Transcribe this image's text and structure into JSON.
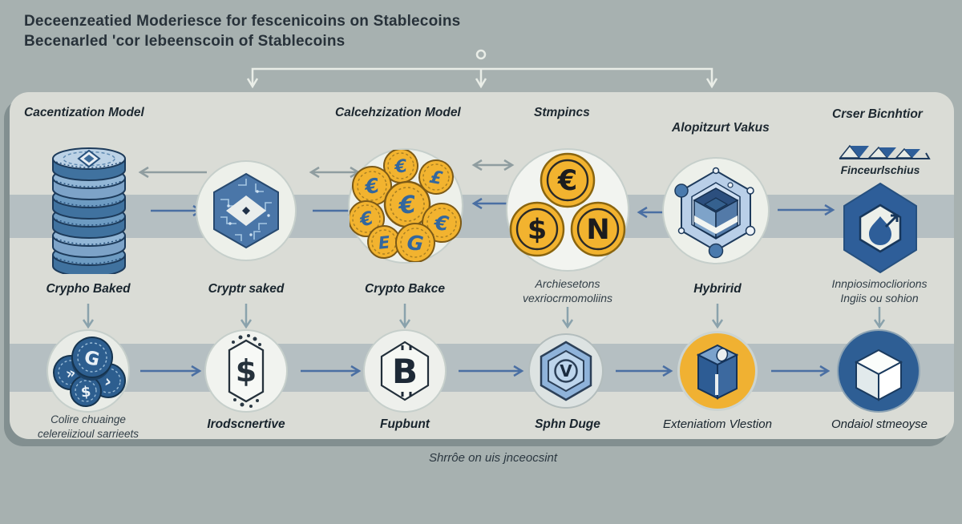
{
  "title": {
    "line1": "Deceenzeatied Moderiesce for fescenicoins on Stablecoins",
    "line2": "Becenarled 'cor Iebeenscoin of Stablecoins"
  },
  "headers": [
    "Cacentization Model",
    "Calcehzization Model",
    "Stmpincs",
    "Alopitzurt Vakus",
    "Crser Bicnhtior"
  ],
  "row1": {
    "banner_label": "Finceurlschius",
    "cluster_symbols": [
      "€",
      "€",
      "£",
      "€",
      "€",
      "€",
      "E",
      "G"
    ],
    "currency_symbols": [
      "€",
      "$",
      "N"
    ],
    "items": [
      {
        "icon": "coin-stack-icon",
        "label": "Crypho Baked"
      },
      {
        "icon": "circuit-hexagon-icon",
        "label": "Cryptr saked"
      },
      {
        "icon": "gold-coin-cluster-icon",
        "label": "Crypto Bakce"
      },
      {
        "icon": "currency-coins-icon",
        "label": "Archiesetons",
        "label2": "vexriocrmomoliins"
      },
      {
        "icon": "network-cube-icon",
        "label": "Hybririd"
      },
      {
        "icon": "shield-hexagon-icon",
        "label": "Innpiosimocliorions",
        "label2": "Ingiis ou sohion"
      }
    ]
  },
  "row2": {
    "dark_coin_symbols": [
      "G",
      "»",
      "$",
      "›"
    ],
    "dollar_symbol": "$",
    "bitcoin_symbol": "B",
    "v_symbol": "V",
    "items": [
      {
        "icon": "dark-coin-cluster-icon",
        "label": "Colire chuainge",
        "label2": "celereiizioul sarrieets"
      },
      {
        "icon": "dollar-hex-badge-icon",
        "label": "Irodscnertive"
      },
      {
        "icon": "bitcoin-hexagon-icon",
        "label": "Fupbunt"
      },
      {
        "icon": "v-hexagon-icon",
        "label": "Sphn Duge"
      },
      {
        "icon": "bank-prism-icon",
        "label": "Exteniatiom Vlestion"
      },
      {
        "icon": "cube-icon",
        "label": "Ondaiol stmeoyse"
      }
    ]
  },
  "footer": {
    "caption": "Shrrôe on uis jnceocsint"
  },
  "colors": {
    "background": "#a7b1b0",
    "panel": "#dadcd6",
    "band": "#b5bfc2",
    "accent_blue": "#2e5e99",
    "gold": "#f2b32f",
    "arrow_blue": "#4a6fa3",
    "arrow_gray": "#8f9da0"
  }
}
